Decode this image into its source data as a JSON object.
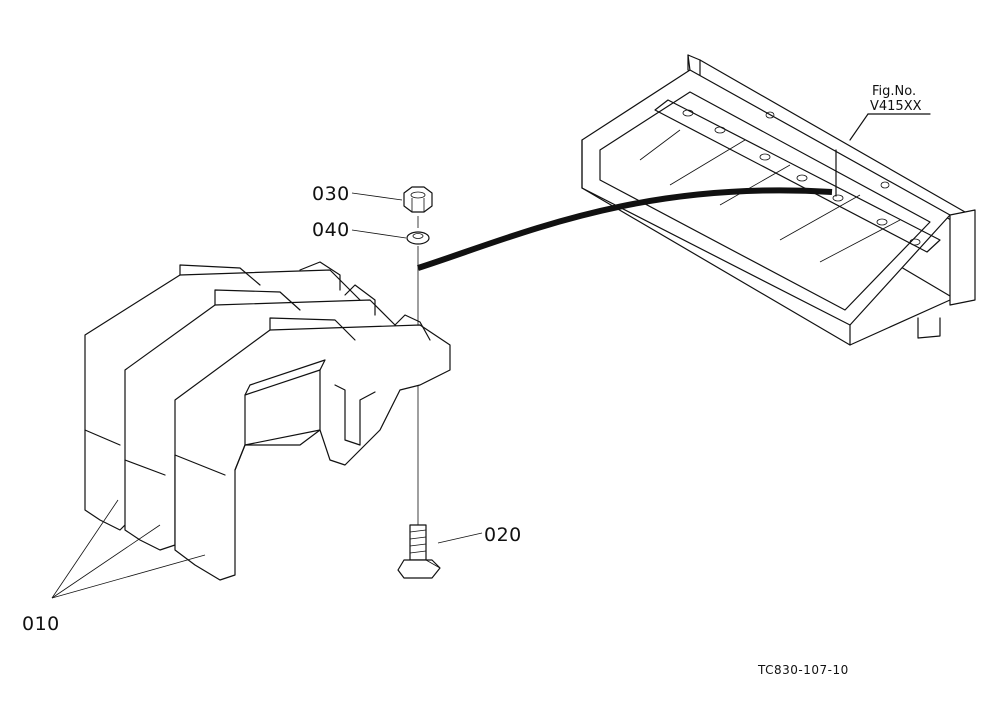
{
  "callouts": {
    "p010": "010",
    "p020": "020",
    "p030": "030",
    "p040": "040"
  },
  "figure_ref": {
    "line1": "Fig.No.",
    "line2": "V415XX"
  },
  "drawing_code": "TC830-107-10"
}
